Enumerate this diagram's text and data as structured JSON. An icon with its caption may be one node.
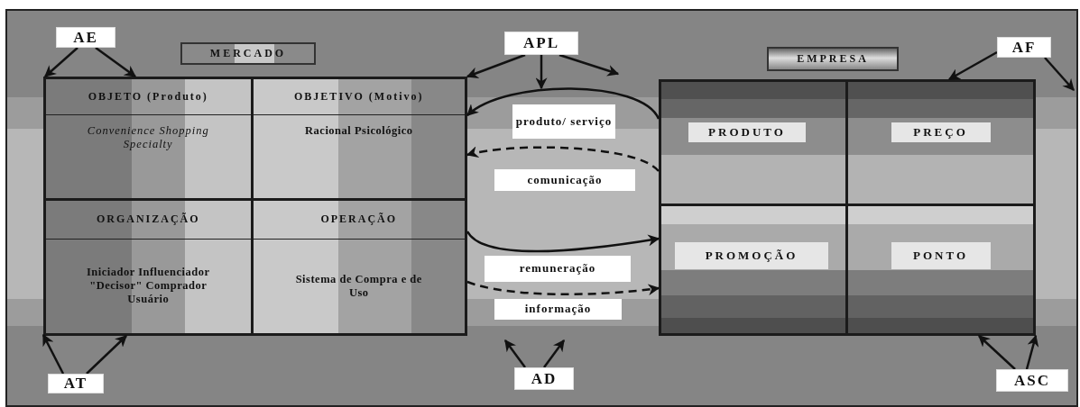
{
  "diagram": {
    "nodes": [
      {
        "text": [
          "AE"
        ]
      },
      {
        "text": [
          "MERCADO"
        ]
      },
      {
        "text": [],
        "shape": "box"
      },
      {
        "text": [
          "OBJETO (Produto)",
          "Convenience Shopping Specialty"
        ],
        "in": 2
      },
      {
        "text": [
          "OBJETIVO (Motivo)",
          "Racional Psicológico"
        ],
        "in": 2
      },
      {
        "text": [
          "ORGANIZAÇÃO",
          "Iniciador Influenciador \"Decisor\" Comprador Usuário"
        ],
        "in": 2
      },
      {
        "text": [
          "OPERAÇÃO",
          "Sistema de Compra e de Uso"
        ],
        "in": 2
      },
      {
        "text": [
          "APL"
        ]
      },
      {
        "text": [
          "EMPRESA"
        ]
      },
      {
        "text": [],
        "shape": "box"
      },
      {
        "text": [
          "PRODUTO"
        ],
        "in": 9
      },
      {
        "text": [
          "PREÇO"
        ],
        "in": 9
      },
      {
        "text": [
          "PROMOÇÃO"
        ],
        "in": 9
      },
      {
        "text": [
          "PONTO"
        ],
        "in": 9
      },
      {
        "text": [
          "AF"
        ]
      },
      {
        "text": [
          "AT"
        ]
      },
      {
        "text": [
          "AD"
        ]
      },
      {
        "text": [
          "ASC"
        ]
      }
    ],
    "edges": [
      {
        "from": 0,
        "to": 2,
        "arrow": "to"
      },
      {
        "from": 0,
        "to": 2,
        "arrow": "to"
      },
      {
        "from": 7,
        "to": 2,
        "arrow": "to"
      },
      {
        "from": 7,
        "to": null,
        "arrow": "to"
      },
      {
        "from": 7,
        "to": null,
        "arrow": "to"
      },
      {
        "from": 9,
        "to": 2,
        "label": "produto/ serviço",
        "arrow": "to"
      },
      {
        "from": 9,
        "to": 2,
        "label": "comunicação",
        "arrow": "to",
        "style": "dashed"
      },
      {
        "from": 2,
        "to": 9,
        "label": "remuneração",
        "arrow": "to"
      },
      {
        "from": 2,
        "to": 9,
        "label": "informação",
        "arrow": "to",
        "style": "dashed"
      },
      {
        "from": 14,
        "to": 9,
        "arrow": "to"
      },
      {
        "from": 14,
        "to": null,
        "arrow": "to"
      },
      {
        "from": 15,
        "to": 2,
        "arrow": "to"
      },
      {
        "from": 15,
        "to": 2,
        "arrow": "to"
      },
      {
        "from": 16,
        "to": null,
        "arrow": "to"
      },
      {
        "from": 16,
        "to": null,
        "arrow": "to"
      },
      {
        "from": 17,
        "to": 9,
        "arrow": "to"
      },
      {
        "from": 17,
        "to": 9,
        "arrow": "to"
      }
    ]
  }
}
